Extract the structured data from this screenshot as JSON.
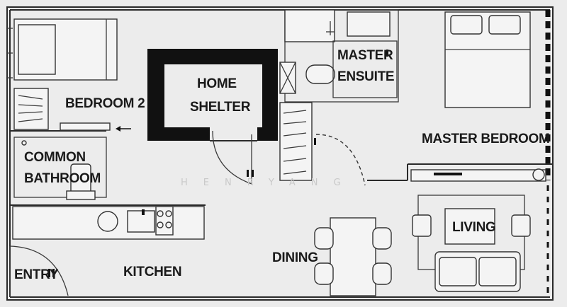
{
  "rooms": {
    "bedroom2": "BEDROOM 2",
    "home_shelter_line1": "HOME",
    "home_shelter_line2": "SHELTER",
    "master_ensuite_line1": "MASTER",
    "master_ensuite_line2": "ENSUITE",
    "master_bedroom": "MASTER BEDROOM",
    "common_bathroom_line1": "COMMON",
    "common_bathroom_line2": "BATHROOM",
    "living": "LIVING",
    "dining": "DINING",
    "entry": "ENTRY",
    "kitchen": "KITCHEN"
  },
  "watermark": "HENRYANG",
  "colors": {
    "background": "#ececec",
    "walls": "#2a2a2a",
    "shelter": "#111111"
  }
}
